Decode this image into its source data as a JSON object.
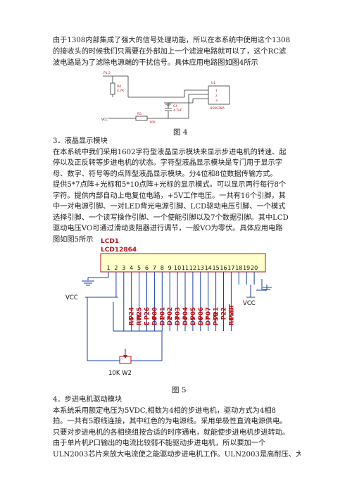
{
  "paragraph1": [
    "由于1308内部集成了强大的信号处理功能，所以在本系统中使用这个1308",
    "的接收头的时候我们只需要在外部加上一个滤波电路就可以了，这个RC滤",
    "波电路是为了滤除电源端的干扰信号。具体应用电路图如图4所示"
  ],
  "figure4": {
    "caption": "图 4",
    "labels": {
      "p12": "P1.2",
      "r4": "R4",
      "r4_value": "4.7K",
      "vcc": "VCC",
      "r5": "R5",
      "r5_value": "100",
      "c": "C4",
      "c_value": "4.7uF",
      "ir": "U1",
      "ir_pins": [
        "1",
        "2",
        "3"
      ],
      "ir_name": "HS0038A"
    }
  },
  "section3": {
    "heading": "3．液晶显示模块",
    "lines": [
      "在本系统中我们采用1602字符型液晶显示模块来显示步进电机的转速、起",
      "停以及正反转等步进电机的状态。字符型液晶显示模块是专门用于显示字",
      "母、数字、符号等的点阵型液晶显示模块。分4位和8位数据传输方式。",
      "提供5*7点阵+光标和5*10点阵+光标的显示模式。可以显示两行每行8个",
      "字符。提供内部自动上电复位电路，+5V工作电压。一共有16个引脚，其",
      "中一对电源引脚、一对LED背光电源引脚、LCD驱动电压引脚、一个模式",
      "选择引脚、一个读写操作引脚、一个使能引脚以及7个数据引脚。其中LCD",
      "驱动电压VO可通过滑动变阻器进行调节，一般VO为零伏。具体应用电路",
      "图如图5所示"
    ]
  },
  "figure5": {
    "caption": "图 5",
    "lcd_ref": "LCD1",
    "lcd_model": "LCD12864",
    "pins": [
      "1",
      "2",
      "3",
      "4",
      "5",
      "6",
      "7",
      "8",
      "9",
      "10",
      "11",
      "12",
      "13",
      "14",
      "15",
      "16",
      "17",
      "18",
      "19",
      "20"
    ],
    "vcc_left": "VCC",
    "vcc_right": "VCC",
    "port_labels": [
      "P24",
      "P25",
      "P26",
      "P00",
      "P01",
      "P02",
      "P03",
      "P04",
      "P05",
      "P06",
      "P07",
      "P21",
      "P22",
      "P23"
    ],
    "signal_labels": [
      "RS",
      "RW",
      "E",
      "D0",
      "D1",
      "D2",
      "D3",
      "D4",
      "D5",
      "D6",
      "D7",
      "PSB",
      "",
      "RESET"
    ],
    "pot_label": "10K  W2"
  },
  "section4": {
    "heading": "4．步进电机驱动模块",
    "lines": [
      "本系统采用额定电压为5VDC,相数为4相的步进电机，驱动方式为4相8",
      "拍。一共有5跟线连接，其中红色的为电源线。采用单极性直流电源供电。",
      "只要对步进电机的各相绕组按合适的时序通电，就能使步进电机步进转动。",
      "由于单片机P口输出的电流比较弱不能驱动步进电机，所以要加一个",
      "ULN2003芯片来放大电流使之能驱动步进电机工作。ULN2003是高耐压、大"
    ]
  }
}
